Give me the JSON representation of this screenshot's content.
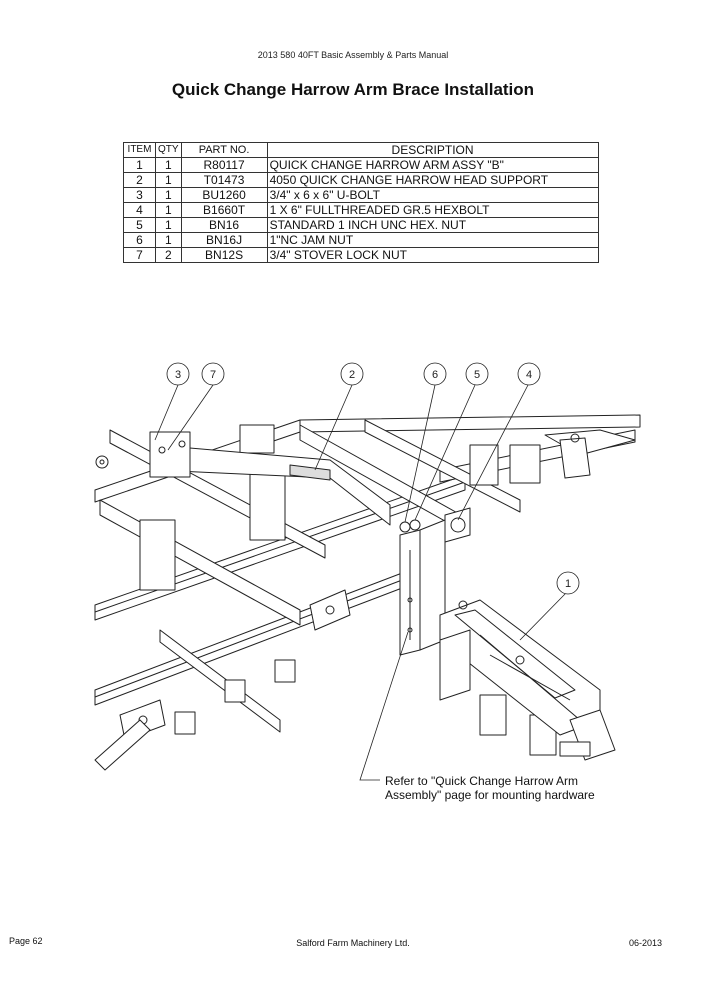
{
  "header": {
    "manual_title": "2013 580 40FT Basic Assembly & Parts Manual"
  },
  "title": "Quick Change Harrow Arm Brace Installation",
  "parts_table": {
    "columns": [
      "ITEM",
      "QTY",
      "PART NO.",
      "DESCRIPTION"
    ],
    "rows": [
      {
        "item": "1",
        "qty": "1",
        "part_no": "R80117",
        "description": "QUICK CHANGE HARROW ARM ASSY \"B\""
      },
      {
        "item": "2",
        "qty": "1",
        "part_no": "T01473",
        "description": "4050 QUICK CHANGE HARROW HEAD SUPPORT"
      },
      {
        "item": "3",
        "qty": "1",
        "part_no": "BU1260",
        "description": "3/4\" x 6 x 6\" U-BOLT"
      },
      {
        "item": "4",
        "qty": "1",
        "part_no": "B1660T",
        "description": "1 X 6\" FULLTHREADED GR.5 HEXBOLT"
      },
      {
        "item": "5",
        "qty": "1",
        "part_no": "BN16",
        "description": "STANDARD 1 INCH UNC HEX. NUT"
      },
      {
        "item": "6",
        "qty": "1",
        "part_no": "BN16J",
        "description": "1\"NC JAM NUT"
      },
      {
        "item": "7",
        "qty": "2",
        "part_no": "BN12S",
        "description": "3/4\" STOVER LOCK NUT"
      }
    ]
  },
  "diagram": {
    "callouts": [
      "3",
      "7",
      "2",
      "6",
      "5",
      "4",
      "1"
    ],
    "note_lines": [
      "Refer to \"Quick Change Harrow Arm",
      "Assembly\" page for mounting hardware"
    ]
  },
  "footer": {
    "page": "Page 62",
    "company": "Salford Farm Machinery Ltd.",
    "date": "06-2013"
  }
}
